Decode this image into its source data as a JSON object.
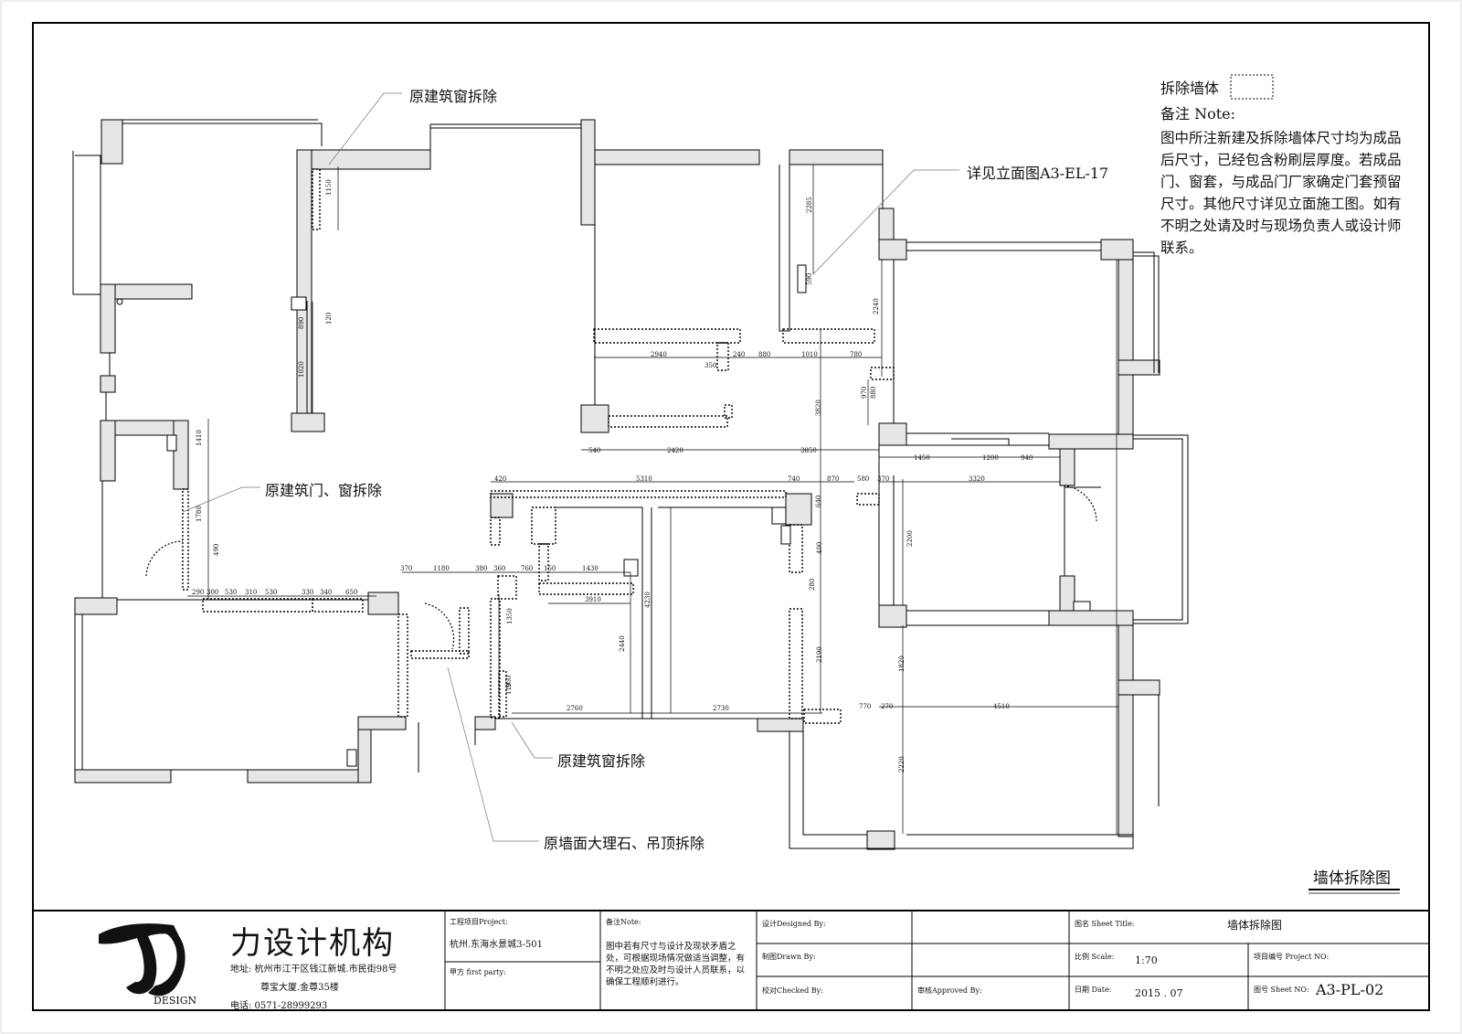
{
  "legend": {
    "demolish_wall_label": "拆除墙体",
    "note_label": "备注 Note:",
    "note_text": "图中所注新建及拆除墙体尺寸均为成品后尺寸，已经包含粉刷层厚度。若成品门、窗套，与成品门厂家确定门套预留尺寸。其他尺寸详见立面施工图。如有不明之处请及时与现场负责人或设计师联系。"
  },
  "annotations": {
    "window_demolish_top": "原建筑窗拆除",
    "elevation_ref": "详见立面图A3-EL-17",
    "door_window_demolish": "原建筑门、窗拆除",
    "window_demolish_bottom": "原建筑窗拆除",
    "marble_ceiling_demolish": "原墙面大理石、吊顶拆除"
  },
  "drawing_title": "墙体拆除图",
  "dimensions": [
    {
      "label": "1150"
    },
    {
      "label": "120"
    },
    {
      "label": "890"
    },
    {
      "label": "1020"
    },
    {
      "label": "1410"
    },
    {
      "label": "1780"
    },
    {
      "label": "490"
    },
    {
      "label": "290"
    },
    {
      "label": "300"
    },
    {
      "label": "530"
    },
    {
      "label": "310"
    },
    {
      "label": "530"
    },
    {
      "label": "330"
    },
    {
      "label": "340"
    },
    {
      "label": "650"
    },
    {
      "label": "370"
    },
    {
      "label": "1180"
    },
    {
      "label": "380"
    },
    {
      "label": "360"
    },
    {
      "label": "760"
    },
    {
      "label": "150"
    },
    {
      "label": "1430"
    },
    {
      "label": "3910"
    },
    {
      "label": "1350"
    },
    {
      "label": "2440"
    },
    {
      "label": "2760"
    },
    {
      "label": "2730"
    },
    {
      "label": "4230"
    },
    {
      "label": "420"
    },
    {
      "label": "5310"
    },
    {
      "label": "740"
    },
    {
      "label": "870"
    },
    {
      "label": "580"
    },
    {
      "label": "370"
    },
    {
      "label": "3320"
    },
    {
      "label": "2940"
    },
    {
      "label": "350"
    },
    {
      "label": "240"
    },
    {
      "label": "880"
    },
    {
      "label": "1010"
    },
    {
      "label": "780"
    },
    {
      "label": "540"
    },
    {
      "label": "2420"
    },
    {
      "label": "3850"
    },
    {
      "label": "3820"
    },
    {
      "label": "970"
    },
    {
      "label": "880"
    },
    {
      "label": "2240"
    },
    {
      "label": "2285"
    },
    {
      "label": "590"
    },
    {
      "label": "1450"
    },
    {
      "label": "1200"
    },
    {
      "label": "940"
    },
    {
      "label": "2200"
    },
    {
      "label": "1820"
    },
    {
      "label": "4510"
    },
    {
      "label": "2220"
    },
    {
      "label": "770"
    },
    {
      "label": "270"
    },
    {
      "label": "2190"
    },
    {
      "label": "640"
    },
    {
      "label": "400"
    },
    {
      "label": "280"
    },
    {
      "label": "110"
    },
    {
      "label": "950"
    }
  ],
  "title_block": {
    "company_name": "力设计机构",
    "company_tag": "DESIGN",
    "address_line1": "地址: 杭州市江干区钱江新城.市民街98号",
    "address_line2": "尊宝大厦.金尊35楼",
    "phone": "电话: 0571-28999293",
    "project_label": "工程项目Project:",
    "project_value": "杭州.东海水景城3-501",
    "party_label": "甲方 first party:",
    "note_label": "备注Note:",
    "note_text": "图中若有尺寸与设计及现状矛盾之处，可根据现场情况做适当调整，有不明之处应及时与设计人员联系，以确保工程顺利进行。",
    "designed_label": "设计Designed By:",
    "drawn_label": "制图Drawn By:",
    "checked_label": "校对Checked By:",
    "approved_label": "审核Approved By:",
    "sheet_title_label": "图名 Sheet Title:",
    "sheet_title_value": "墙体拆除图",
    "scale_label": "比例 Scale:",
    "scale_value": "1:70",
    "project_no_label": "项目编号 Project NO:",
    "date_label": "日期 Date:",
    "date_value": "2015 . 07",
    "sheet_no_label": "图号 Sheet NO:",
    "sheet_no_value": "A3-PL-02"
  }
}
